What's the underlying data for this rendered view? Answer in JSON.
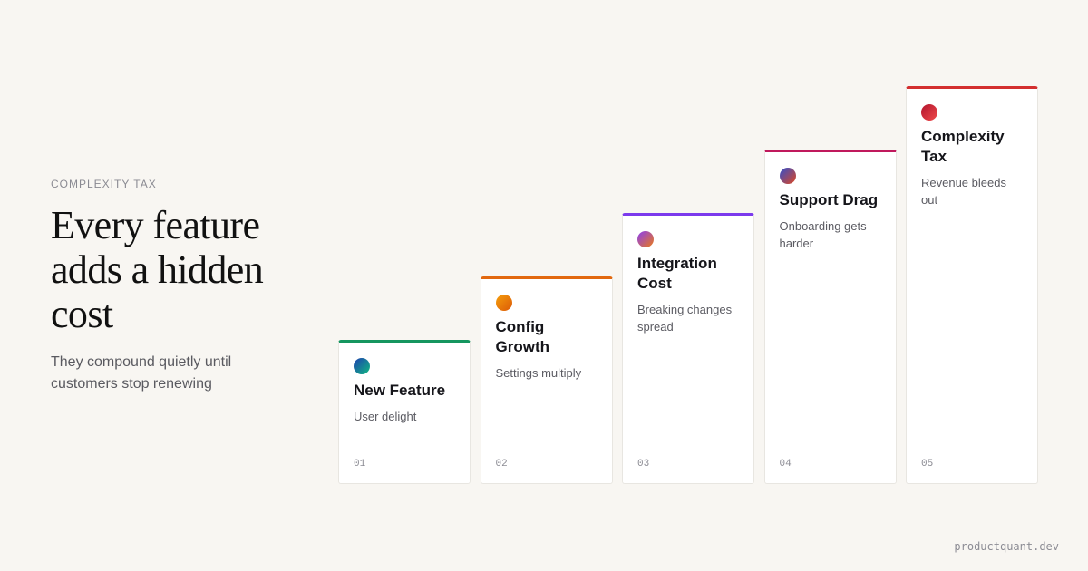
{
  "eyebrow": "COMPLEXITY TAX",
  "headline": "Every feature adds a hidden cost",
  "subtitle": "They compound quietly until customers stop renewing",
  "cards": [
    {
      "number": "01",
      "title": "New Feature",
      "description": "User delight",
      "accent": "#15965f",
      "dot_from": "#1e40af",
      "dot_to": "#10b981",
      "step_level": 1
    },
    {
      "number": "02",
      "title": "Config Growth",
      "description": "Settings multiply",
      "accent": "#e2680f",
      "dot_from": "#f59e0b",
      "dot_to": "#dc5a08",
      "step_level": 2
    },
    {
      "number": "03",
      "title": "Integration Cost",
      "description": "Breaking changes spread",
      "accent": "#7c3aed",
      "dot_from": "#8b3ff0",
      "dot_to": "#ea7a17",
      "step_level": 3
    },
    {
      "number": "04",
      "title": "Support Drag",
      "description": "Onboarding gets harder",
      "accent": "#c0195c",
      "dot_from": "#2f4fcf",
      "dot_to": "#e0471f",
      "step_level": 4
    },
    {
      "number": "05",
      "title": "Complexity Tax",
      "description": "Revenue bleeds out",
      "accent": "#d32f2f",
      "dot_from": "#b3142d",
      "dot_to": "#ef4b4b",
      "step_level": 5
    }
  ],
  "footer": "productquant.dev"
}
